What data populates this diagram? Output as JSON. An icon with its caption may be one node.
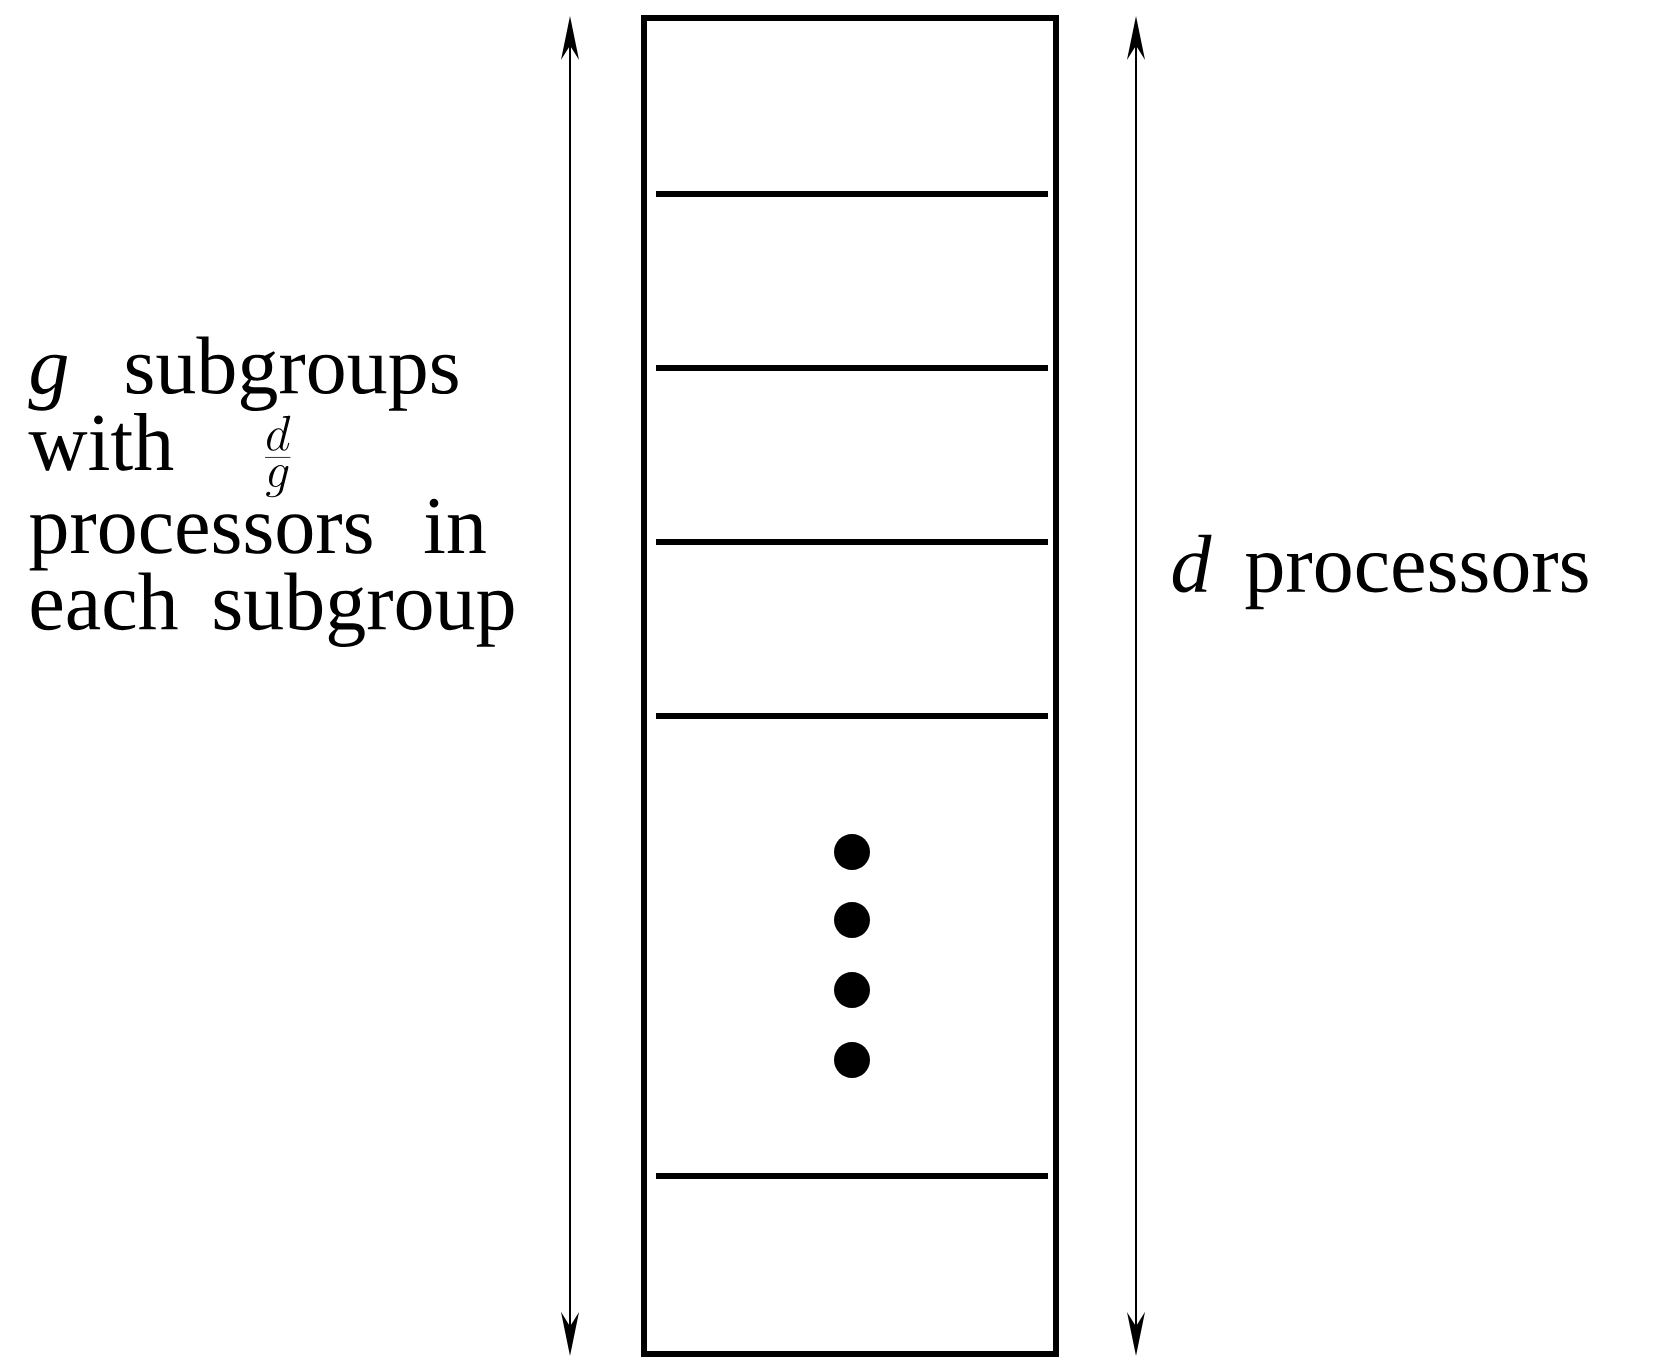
{
  "diagram": {
    "labels": [
      "*g* subgroups with",
      "\\frac{d}{g}",
      "processors in each subgroup",
      "*d* processors"
    ]
  }
}
